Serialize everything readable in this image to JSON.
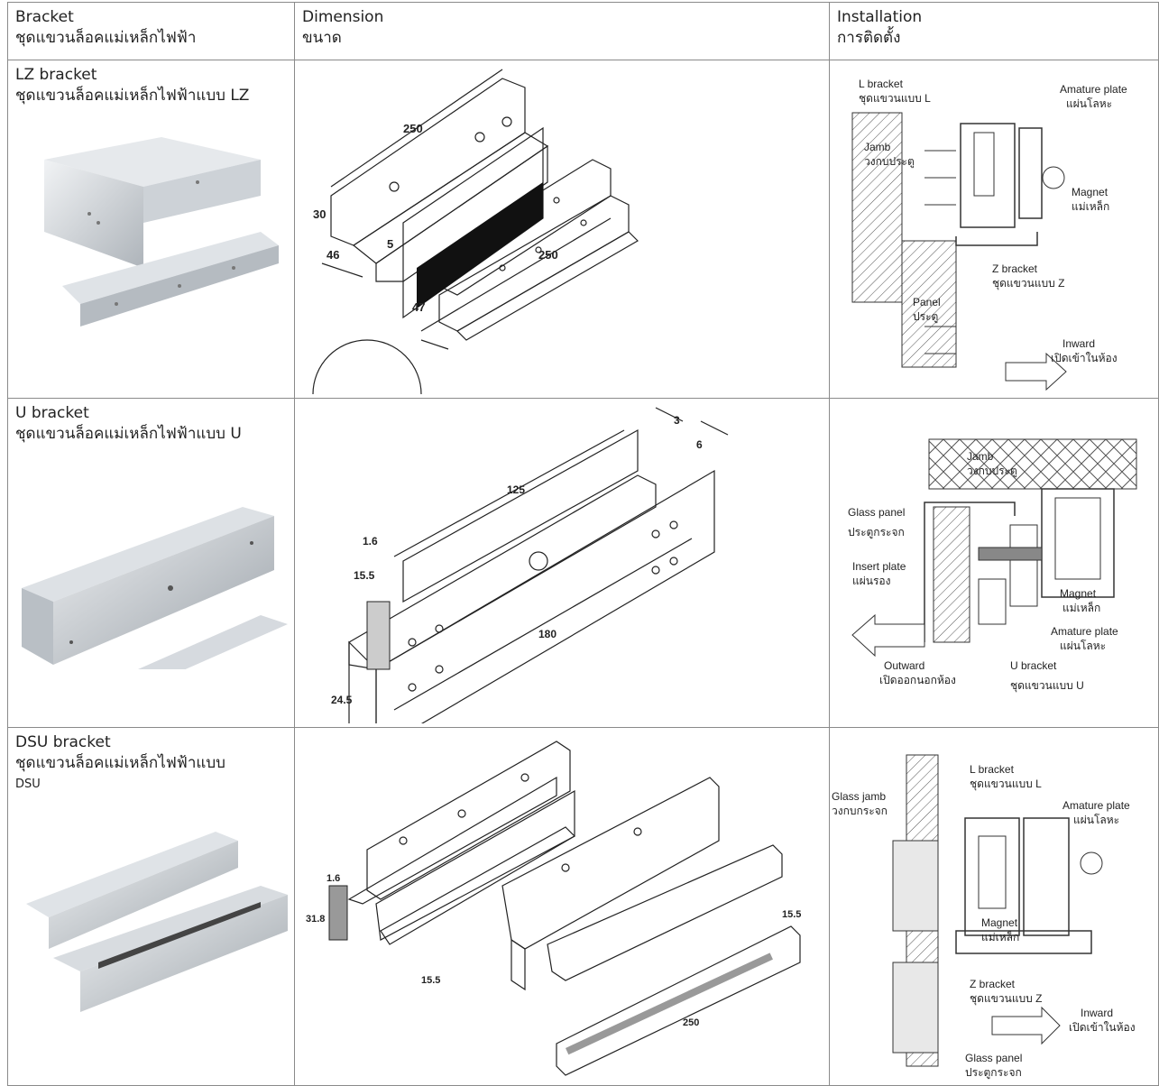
{
  "header": {
    "col1": {
      "en": "Bracket",
      "th": "ชุดแขวนล็อคแม่เหล็กไฟฟ้า"
    },
    "col2": {
      "en": "Dimension",
      "th": "ขนาด"
    },
    "col3": {
      "en": "Installation",
      "th": "การติดตั้ง"
    }
  },
  "rows": [
    {
      "name": "LZ bracket",
      "name_th": "ชุดแขวนล็อคแม่เหล็กไฟฟ้าแบบ LZ",
      "dimensions": [
        "250",
        "250",
        "30",
        "46",
        "5",
        "47"
      ],
      "install_labels": {
        "l_bracket": "L bracket",
        "l_bracket_th": "ชุดแขวนแบบ L",
        "amature": "Amature plate",
        "amature_th": "แผ่นโลหะ",
        "jamb": "Jamb",
        "jamb_th": "วงกบประตู",
        "magnet": "Magnet",
        "magnet_th": "แม่เหล็ก",
        "z_bracket": "Z bracket",
        "z_bracket_th": "ชุดแขวนแบบ Z",
        "panel": "Panel",
        "panel_th": "ประตู",
        "direction": "Inward",
        "direction_th": "เปิดเข้าในห้อง"
      }
    },
    {
      "name": "U bracket",
      "name_th": "ชุดแขวนล็อคแม่เหล็กไฟฟ้าแบบ U",
      "dimensions": [
        "3",
        "6",
        "125",
        "1.6",
        "15.5",
        "180",
        "24.5"
      ],
      "install_labels": {
        "jamb": "Jamb",
        "jamb_th": "วงกบประตู",
        "glass_panel": "Glass panel",
        "glass_panel_th": "ประตูกระจก",
        "insert_plate": "Insert plate",
        "insert_plate_th": "แผ่นรอง",
        "magnet": "Magnet",
        "magnet_th": "แม่เหล็ก",
        "amature": "Amature plate",
        "amature_th": "แผ่นโลหะ",
        "direction": "Outward",
        "direction_th": "เปิดออกนอกห้อง",
        "u_bracket": "U bracket",
        "u_bracket_th": "ชุดแขวนแบบ U"
      }
    },
    {
      "name": "DSU bracket",
      "name_th": "ชุดแขวนล็อคแม่เหล็กไฟฟ้าแบบ",
      "name_th2": "DSU",
      "dimensions": [
        "1.6",
        "31.8",
        "15.5",
        "15.5",
        "250"
      ],
      "install_labels": {
        "l_bracket": "L bracket",
        "l_bracket_th": "ชุดแขวนแบบ L",
        "glass_jamb": "Glass jamb",
        "glass_jamb_th": "วงกบกระจก",
        "amature": "Amature plate",
        "amature_th": "แผ่นโลหะ",
        "magnet": "Magnet",
        "magnet_th": "แม่เหล็ก",
        "z_bracket": "Z bracket",
        "z_bracket_th": "ชุดแขวนแบบ Z",
        "direction": "Inward",
        "direction_th": "เปิดเข้าในห้อง",
        "glass_panel": "Glass panel",
        "glass_panel_th": "ประตูกระจก"
      }
    }
  ]
}
